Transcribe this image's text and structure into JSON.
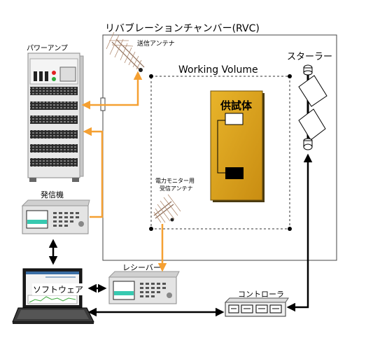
{
  "chamber": {
    "title": "リバブレーションチャンバー(RVC)",
    "working_volume": "Working Volume",
    "stirrer": "スターラー",
    "eut": "供試体",
    "tx_antenna": "送信アンテナ",
    "rx_antenna_line1": "電力モニター用",
    "rx_antenna_line2": "受信アンテナ"
  },
  "equipment": {
    "power_amp": "パワーアンプ",
    "signal_gen": "発信機",
    "receiver": "レシーバー",
    "controller": "コントローラ",
    "software": "ソフトウェア"
  },
  "colors": {
    "rf_arrow": "#f5a032",
    "control_arrow": "#000000",
    "eut_fill": "#d9a521"
  }
}
